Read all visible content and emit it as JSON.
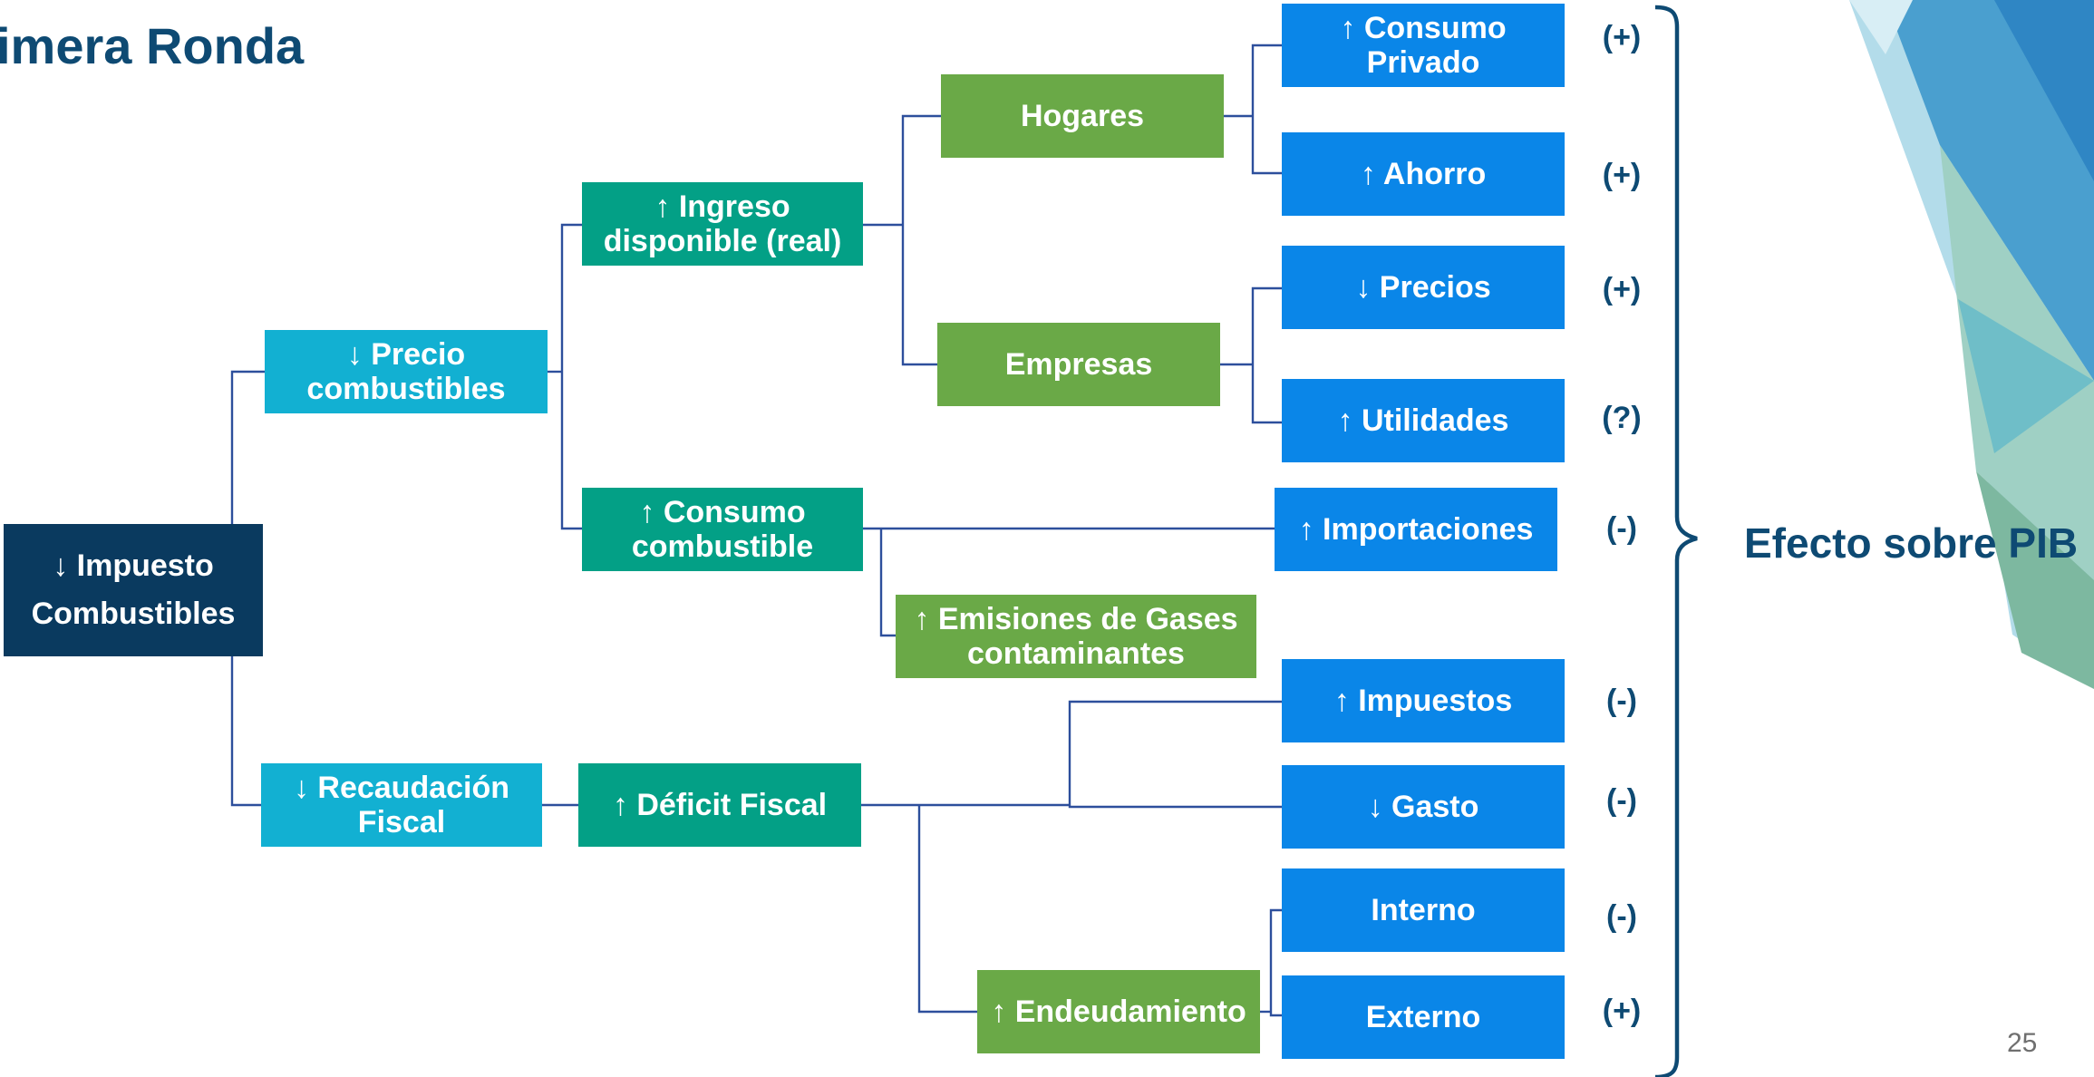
{
  "title": "imera Ronda",
  "effect_label": "Efecto sobre PIB",
  "page_number": "25",
  "colors": {
    "navy": "#0a3a5f",
    "cyan": "#12b0d2",
    "teal": "#03a086",
    "green": "#6aa947",
    "blue": "#0a86e8",
    "connector": "#2d4f9c",
    "title": "#0e4a73"
  },
  "nodes": {
    "impuesto": "↓ Impuesto\nCombustibles",
    "precio": "↓ Precio\ncombustibles",
    "recaudacion": "↓ Recaudación\nFiscal",
    "ingreso": "↑ Ingreso\ndisponible (real)",
    "consumo_comb": "↑ Consumo\ncombustible",
    "deficit": "↑ Déficit Fiscal",
    "hogares": "Hogares",
    "empresas": "Empresas",
    "emisiones": "↑ Emisiones de Gases\ncontaminantes",
    "endeudamiento": "↑ Endeudamiento",
    "consumo_privado": "↑ Consumo\nPrivado",
    "ahorro": "↑ Ahorro",
    "precios": "↓ Precios",
    "utilidades": "↑ Utilidades",
    "importaciones": "↑ Importaciones",
    "impuestos": "↑ Impuestos",
    "gasto": "↓ Gasto",
    "interno": "Interno",
    "externo": "Externo"
  },
  "signs": {
    "consumo_privado": "(+)",
    "ahorro": "(+)",
    "precios": "(+)",
    "utilidades": "(?)",
    "importaciones": "(-)",
    "impuestos": "(-)",
    "gasto": "(-)",
    "interno": "(-)",
    "externo": "(+)"
  }
}
